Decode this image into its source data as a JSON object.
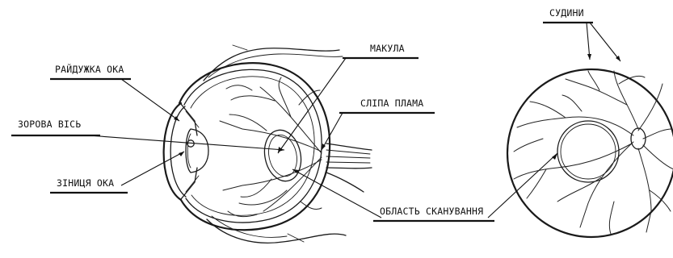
{
  "diagram": {
    "labels": {
      "iris": "РАЙДУЖКА ОКА",
      "optic_axis": "ЗОРОВА ВІСЬ",
      "pupil": "ЗІНИЦЯ ОКА",
      "macula": "МАКУЛА",
      "blind_spot": "СЛІПА ПЛАМА",
      "scan_area": "ОБЛАСТЬ СКАНУВАННЯ",
      "vessels": "СУДИНИ"
    },
    "panels": [
      "eye-cross-section",
      "retina-fundus-view"
    ]
  }
}
